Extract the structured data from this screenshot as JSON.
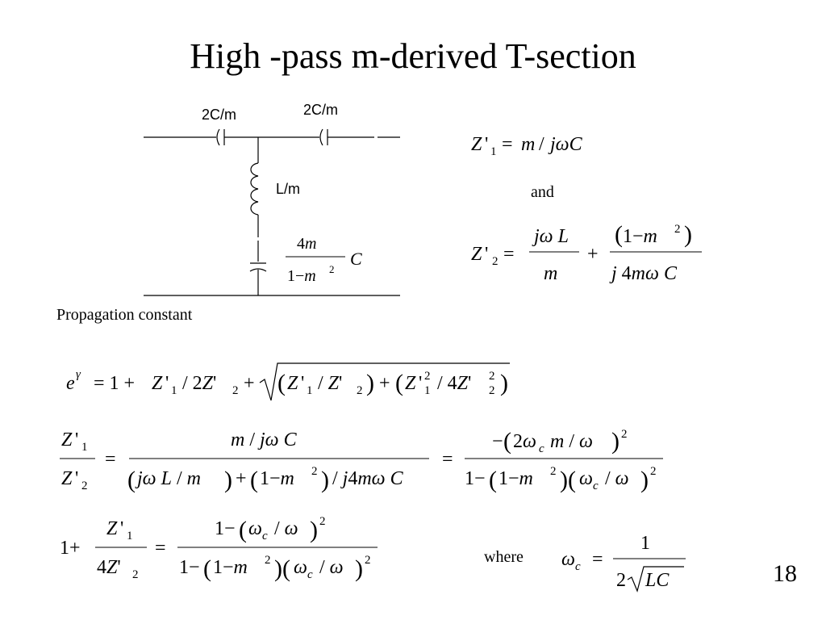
{
  "slide": {
    "title": "High -pass m-derived T-section",
    "page_number": "18",
    "propagation_label": "Propagation constant",
    "and_label": "and",
    "where_label": "where"
  },
  "circuit": {
    "cap_label_left": "2C/m",
    "cap_label_right": "2C/m",
    "inductor_label": "L/m"
  }
}
